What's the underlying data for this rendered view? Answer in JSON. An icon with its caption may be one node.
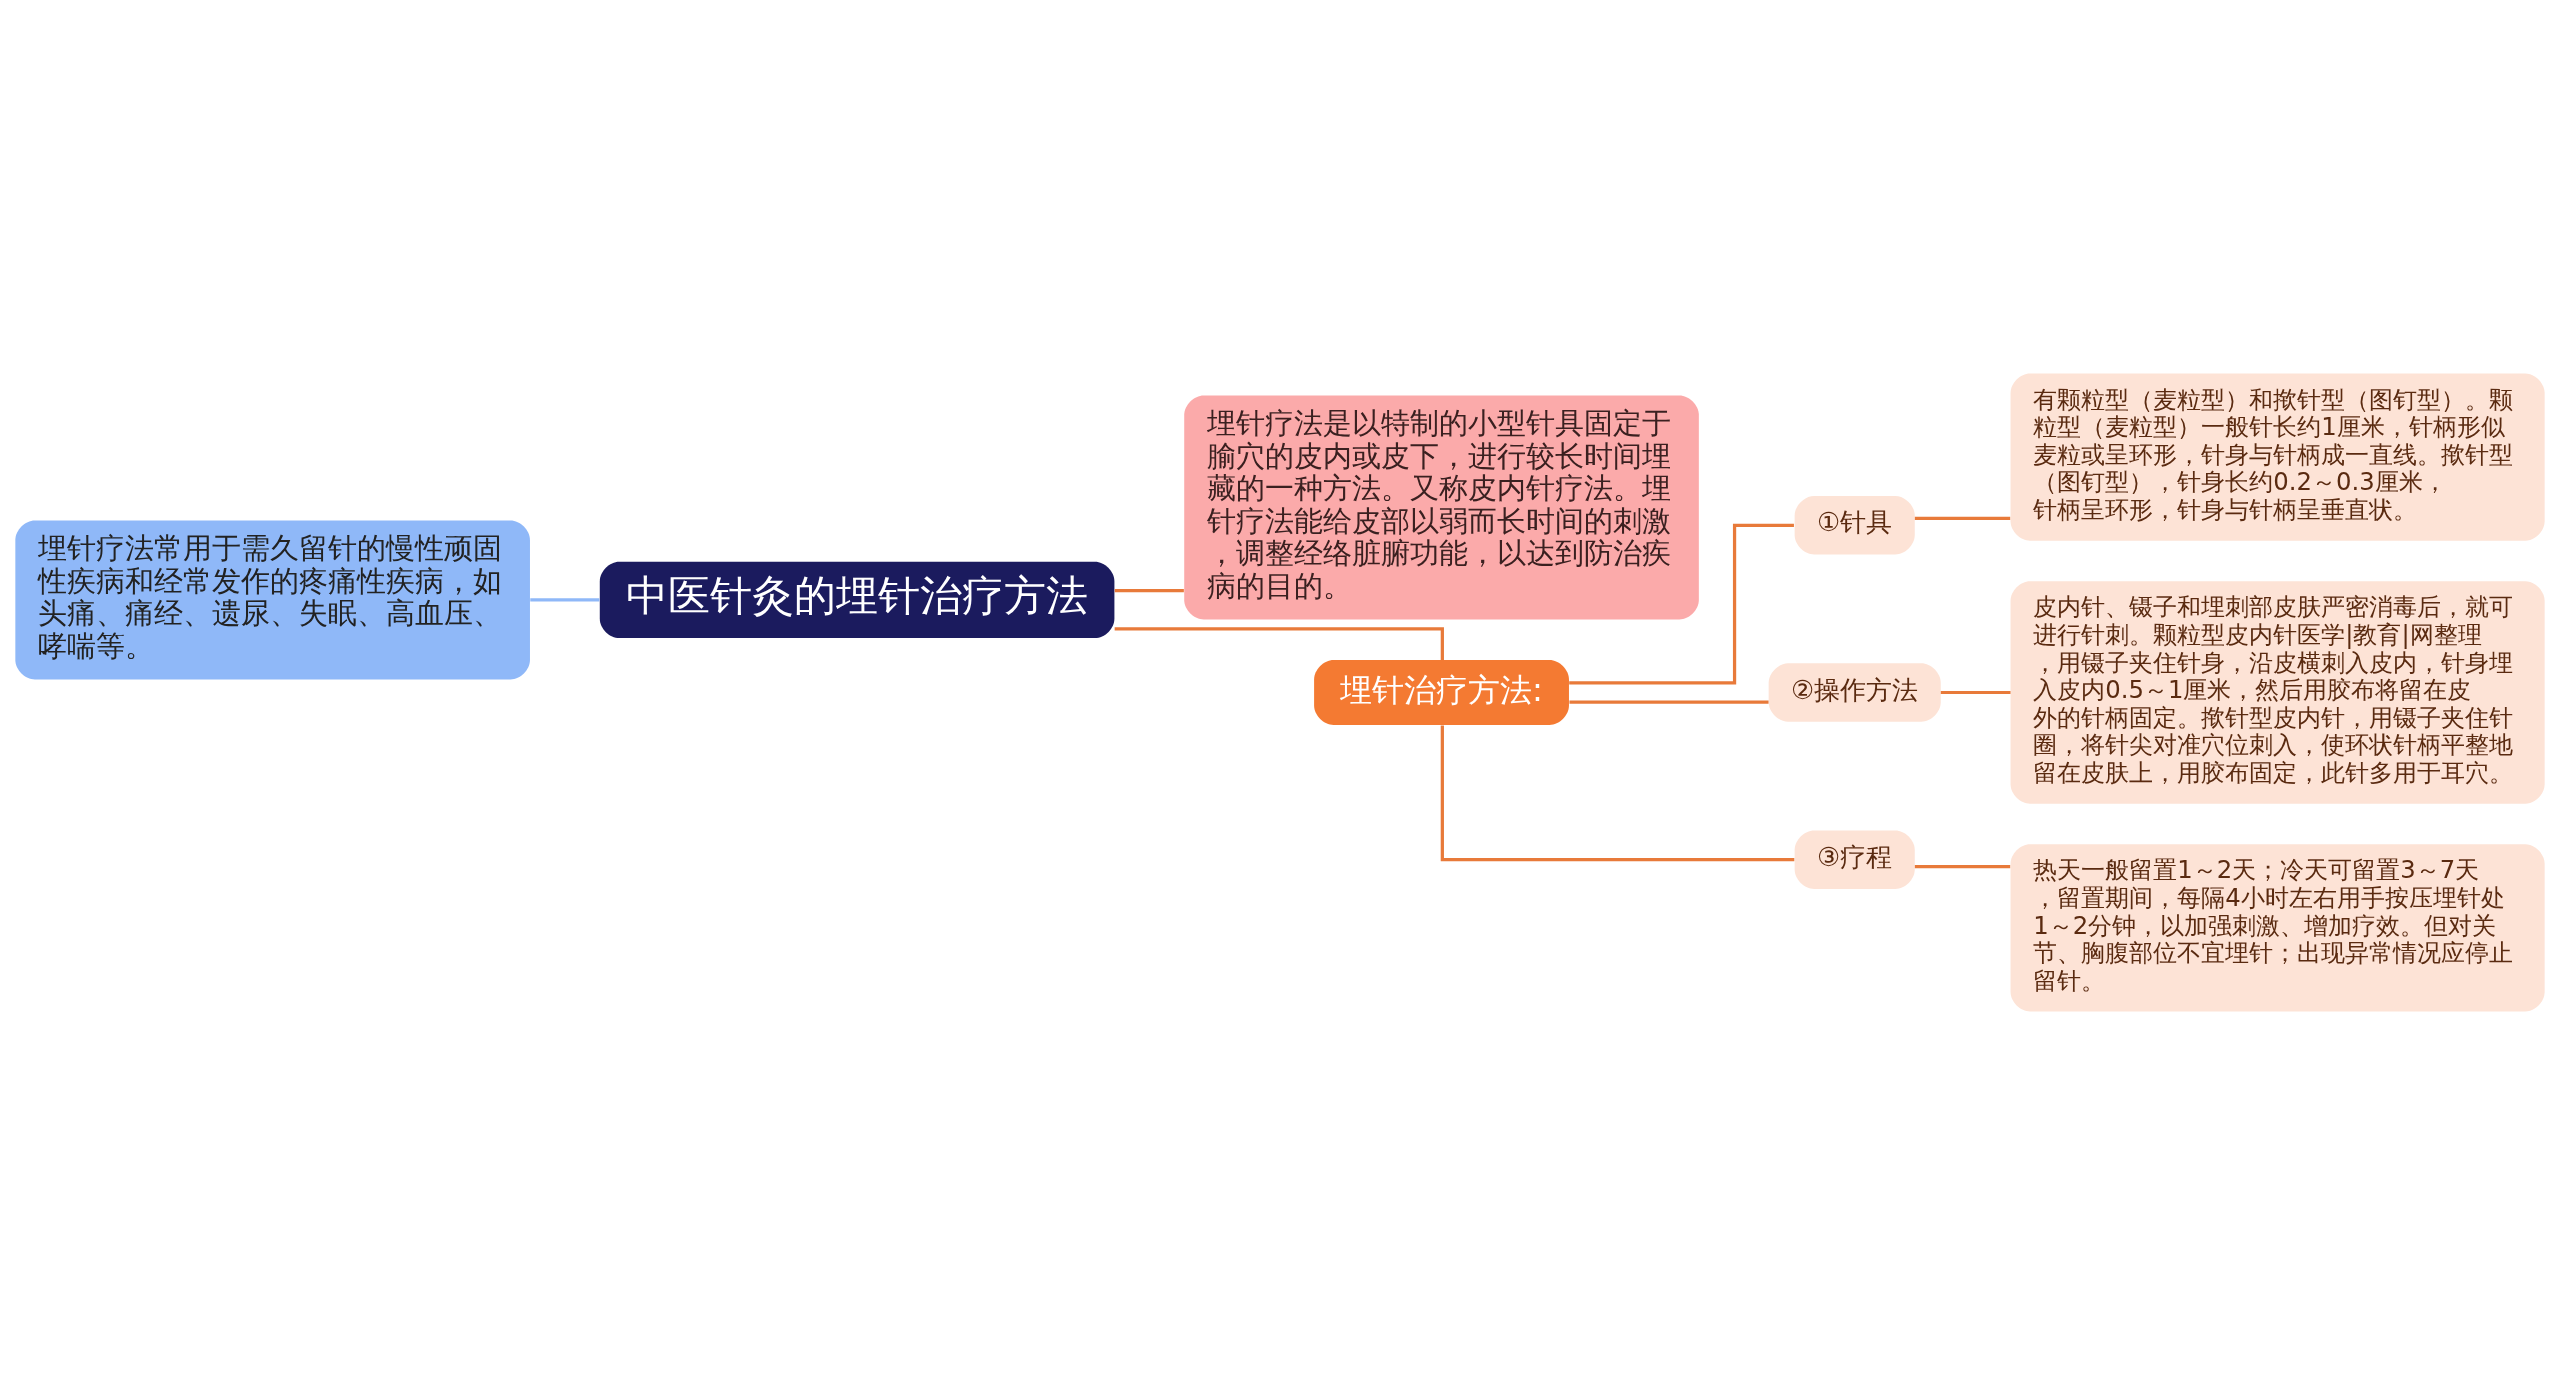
{
  "diagram": {
    "nodes": [
      {
        "text": [
          "中医针灸的埋针治疗方法"
        ]
      },
      {
        "text": [
          "埋针疗法常用于需久留针的慢性顽固性疾病和经常发作的疼痛性疾病，如头痛、痛经、遗尿、失眠、高血压、哮喘等。"
        ]
      },
      {
        "text": [
          "埋针疗法是以特制的小型针具固定于腧穴的皮内或皮下，进行较长时间埋藏的一种方法。又称皮内针疗法。埋针疗法能给皮部以弱而长时间的刺激，调整经络脏腑功能，以达到防治疾病的目的。"
        ]
      },
      {
        "text": [
          "埋针治疗方法:"
        ]
      },
      {
        "text": [
          "①针具"
        ]
      },
      {
        "text": [
          "有颗粒型（麦粒型）和揿针型（图钉型）。颗粒型（麦粒型）一般针长约1厘米，针柄形似麦粒或呈环形，针身与针柄成一直线。揿针型（图钉型），针身长约0.2～0.3厘米，针柄呈环形，针身与针柄呈垂直状。"
        ]
      },
      {
        "text": [
          "②操作方法"
        ]
      },
      {
        "text": [
          "皮内针、镊子和埋刺部皮肤严密消毒后，就可进行针刺。颗粒型皮内针医学|教育|网整理，用镊子夹住针身，沿皮横刺入皮内，针身埋入皮内0.5～1厘米，然后用胶布将留在皮外的针柄固定。揿针型皮内针，用镊子夹住针圈，将针尖对准穴位刺入，使环状针柄平整地留在皮肤上，用胶布固定，此针多用于耳穴。"
        ]
      },
      {
        "text": [
          "③疗程"
        ]
      },
      {
        "text": [
          "热天一般留置1～2天；冷天可留置3～7天，留置期间，每隔4小时左右用手按压埋针处1～2分钟，以加强刺激、增加疗效。但对关节、胸腹部位不宜埋针；出现异常情况应停止留针。"
        ]
      }
    ],
    "edges": [
      {
        "from": 1,
        "to": 0,
        "arrow": "none",
        "color": "#8fb8f8"
      },
      {
        "from": 0,
        "to": 2,
        "arrow": "none"
      },
      {
        "from": 0,
        "to": 3,
        "arrow": "none"
      },
      {
        "from": 3,
        "to": 4,
        "arrow": "none"
      },
      {
        "from": 4,
        "to": 5,
        "arrow": "none"
      },
      {
        "from": 3,
        "to": 6,
        "arrow": "none"
      },
      {
        "from": 6,
        "to": 7,
        "arrow": "none"
      },
      {
        "from": 3,
        "to": 8,
        "arrow": "none"
      },
      {
        "from": 8,
        "to": 9,
        "arrow": "none"
      }
    ]
  }
}
